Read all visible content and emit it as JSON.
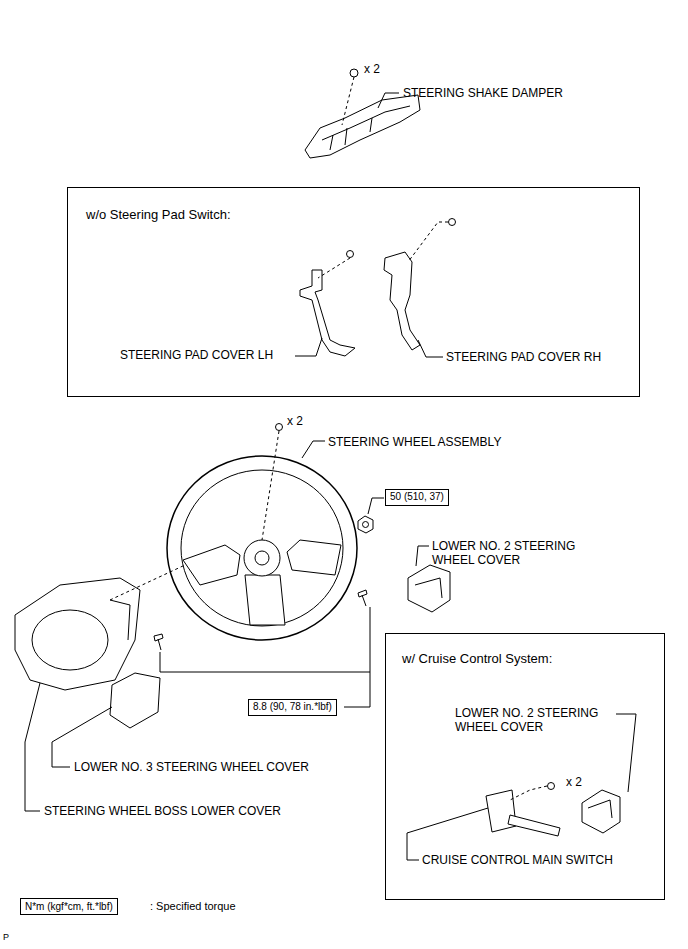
{
  "diagram": {
    "nodes": [
      {
        "text": [
          "w/o Steering Pad Switch:"
        ]
      },
      {
        "text": [
          "50 (510, 37)"
        ]
      },
      {
        "text": [
          "8.8 (90, 78 in.*lbf)"
        ]
      },
      {
        "text": [
          "w/ Cruise Control System:"
        ]
      },
      {
        "text": [
          "N*m (kgf*cm, ft.*lbf)"
        ]
      }
    ],
    "edges": [],
    "labels": [
      "x 2",
      "STEERING SHAKE DAMPER",
      "STEERING PAD COVER LH",
      "STEERING PAD COVER RH",
      "x 2",
      "STEERING WHEEL ASSEMBLY",
      "LOWER NO. 2 STEERING WHEEL COVER",
      "LOWER NO. 3 STEERING WHEEL COVER",
      "STEERING WHEEL BOSS LOWER COVER",
      "LOWER NO. 2 STEERING WHEEL COVER",
      "x 2",
      "CRUISE CONTROL MAIN SWITCH",
      ": Specified torque",
      "P"
    ]
  }
}
